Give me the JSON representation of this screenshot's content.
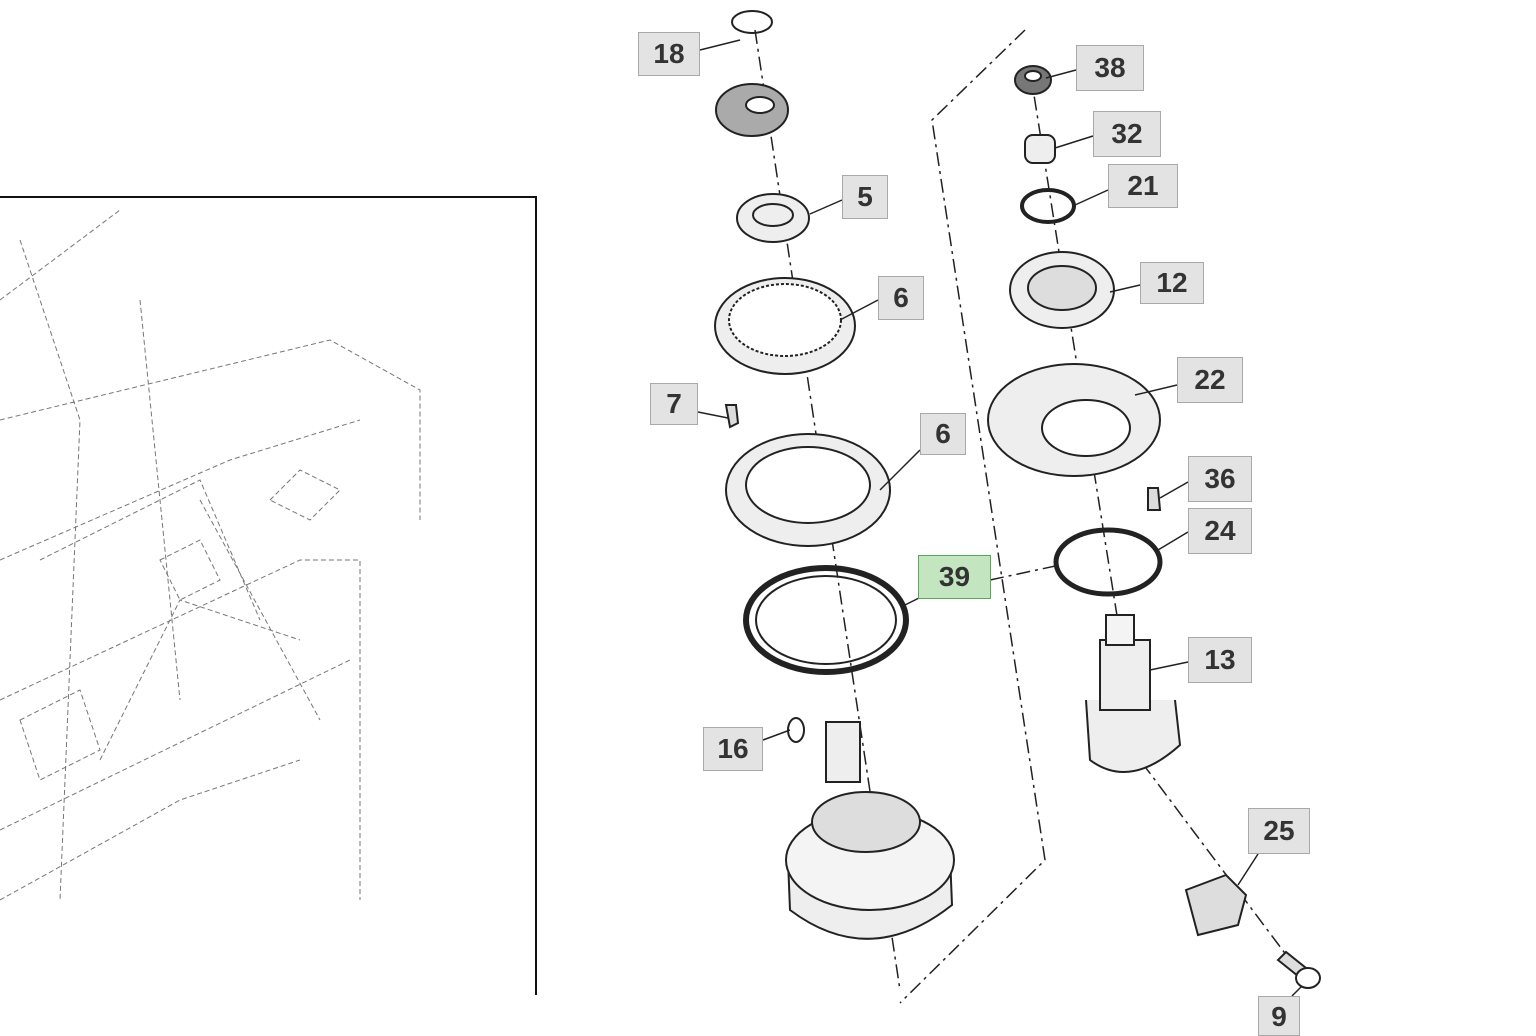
{
  "callouts": [
    {
      "label": "18"
    },
    {
      "label": "5"
    },
    {
      "label": "6"
    },
    {
      "label": "7"
    },
    {
      "label": "6"
    },
    {
      "label": "39",
      "highlighted": true
    },
    {
      "label": "16"
    },
    {
      "label": "38"
    },
    {
      "label": "32"
    },
    {
      "label": "21"
    },
    {
      "label": "12"
    },
    {
      "label": "22"
    },
    {
      "label": "36"
    },
    {
      "label": "24"
    },
    {
      "label": "13"
    },
    {
      "label": "25"
    },
    {
      "label": "9"
    }
  ],
  "colors": {
    "highlight": "#c3e6c0",
    "callout": "#e3e3e3",
    "line": "#222222"
  }
}
